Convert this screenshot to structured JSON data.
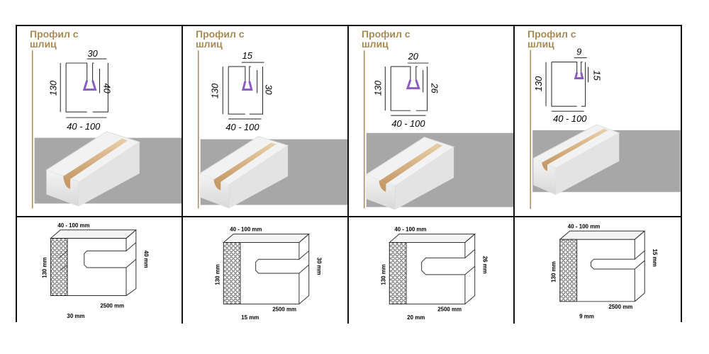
{
  "header": {
    "line1": "Профил с",
    "line2": "шлиц"
  },
  "profiles": [
    {
      "slot": "30",
      "depth": "40",
      "height": "130",
      "width": "40 - 100"
    },
    {
      "slot": "15",
      "depth": "30",
      "height": "130",
      "width": "40 - 100"
    },
    {
      "slot": "20",
      "depth": "26",
      "height": "130",
      "width": "40 - 100"
    },
    {
      "slot": "9",
      "depth": "15",
      "height": "130",
      "width": "40 - 100"
    }
  ],
  "drawings": [
    {
      "width": "40 - 100 mm",
      "depth": "40 mm",
      "height": "130 mm",
      "length": "2500 mm",
      "slot": "30 mm"
    },
    {
      "width": "40 - 100 mm",
      "depth": "30 mm",
      "height": "130 mm",
      "length": "2500 mm",
      "slot": "15 mm"
    },
    {
      "width": "40 - 100 mm",
      "depth": "26 mm",
      "height": "130 mm",
      "length": "2500 mm",
      "slot": "20 mm"
    },
    {
      "width": "40 - 100 mm",
      "depth": "15 mm",
      "height": "130 mm",
      "length": "2500 mm",
      "slot": "9 mm"
    }
  ],
  "colors": {
    "header": "#a88a55",
    "slot_outline": "#8a5cc0",
    "foam_core": "#d9b98f",
    "border": "#111111"
  }
}
